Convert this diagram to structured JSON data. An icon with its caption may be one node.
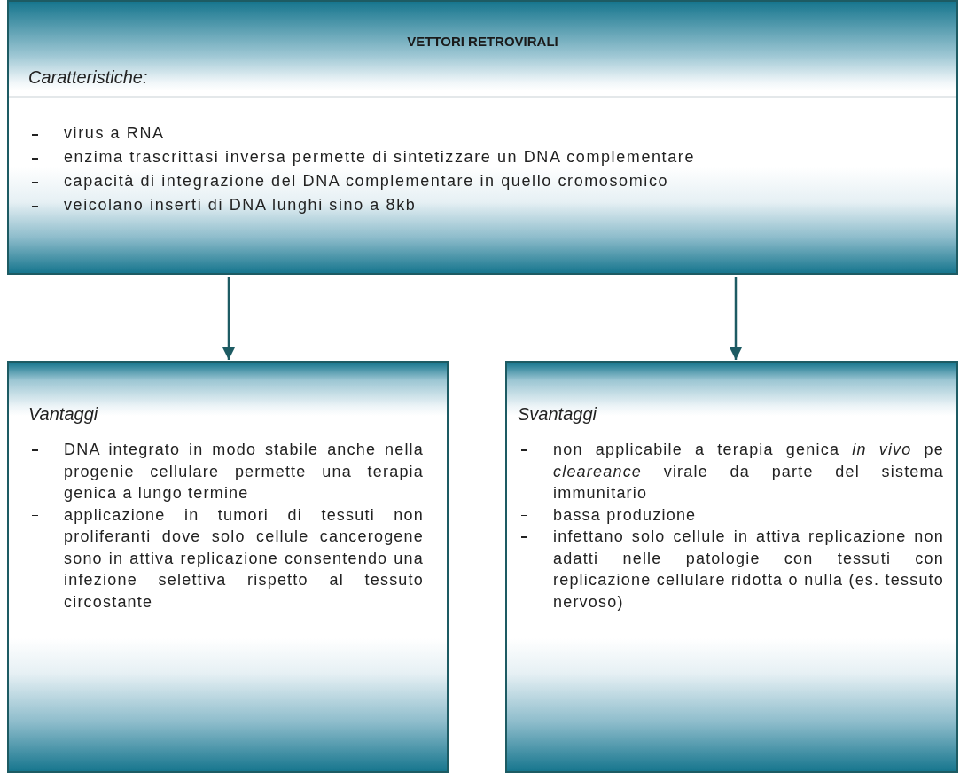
{
  "diagram": {
    "nodes": [
      {
        "text": [
          "VETTORI RETROVIRALI",
          "*Caratteristiche*:",
          "virus a RNA",
          "enzima trascrittasi inversa permette di sintetizzare un DNA complementare",
          "capacità di integrazione del DNA complementare in quello cromosomico",
          "veicolano inserti di DNA lunghi sino a 8kb"
        ]
      },
      {
        "text": [
          "Vantaggi",
          "DNA integrato in modo stabile anche nella progenie cellulare permette una terapia genica a lungo termine",
          "applicazione in tumori di tessuti non proliferanti dove solo cellule cancerogene sono in attiva replicazione consentendo una infezione selettiva rispetto al tessuto circostante"
        ]
      },
      {
        "text": [
          "Svantaggi",
          "non applicabile a terapia genica *in vivo* pe *cleareance* virale da parte del sistema immunitario",
          "bassa produzione",
          "infettano solo cellule in attiva replicazione non adatti nelle patologie con tessuti con replicazione cellulare ridotta o nulla (es. tessuto nervoso)"
        ]
      }
    ],
    "edges": [
      {
        "from": 0,
        "to": 1,
        "arrow": "to"
      },
      {
        "from": 0,
        "to": 2,
        "arrow": "to"
      }
    ]
  }
}
